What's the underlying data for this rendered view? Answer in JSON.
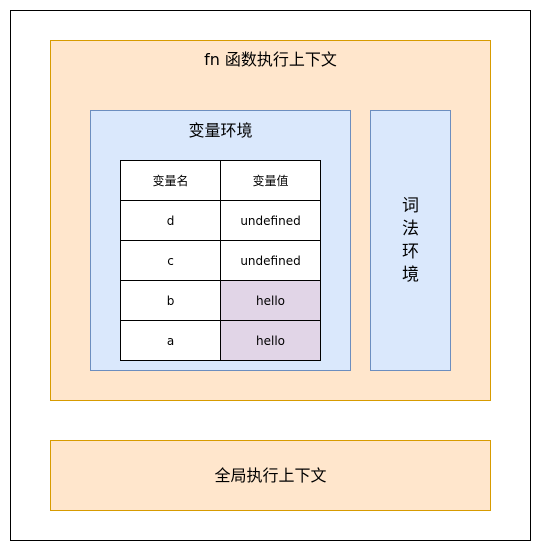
{
  "colors": {
    "context_fill": "#ffe6cc",
    "context_border": "#d79b00",
    "env_fill": "#dae8fc",
    "env_border": "#6c8ebf",
    "highlight_cell": "#e1d5e7"
  },
  "fn_context": {
    "title": "fn 函数执行上下文",
    "variable_env": {
      "title": "变量环境",
      "table": {
        "headers": [
          "变量名",
          "变量值"
        ],
        "rows": [
          {
            "name": "d",
            "value": "undefined",
            "highlight": false
          },
          {
            "name": "c",
            "value": "undefined",
            "highlight": false
          },
          {
            "name": "b",
            "value": "hello",
            "highlight": true
          },
          {
            "name": "a",
            "value": "hello",
            "highlight": true
          }
        ]
      }
    },
    "lexical_env": {
      "title": "词法环境"
    }
  },
  "global_context": {
    "title": "全局执行上下文"
  }
}
